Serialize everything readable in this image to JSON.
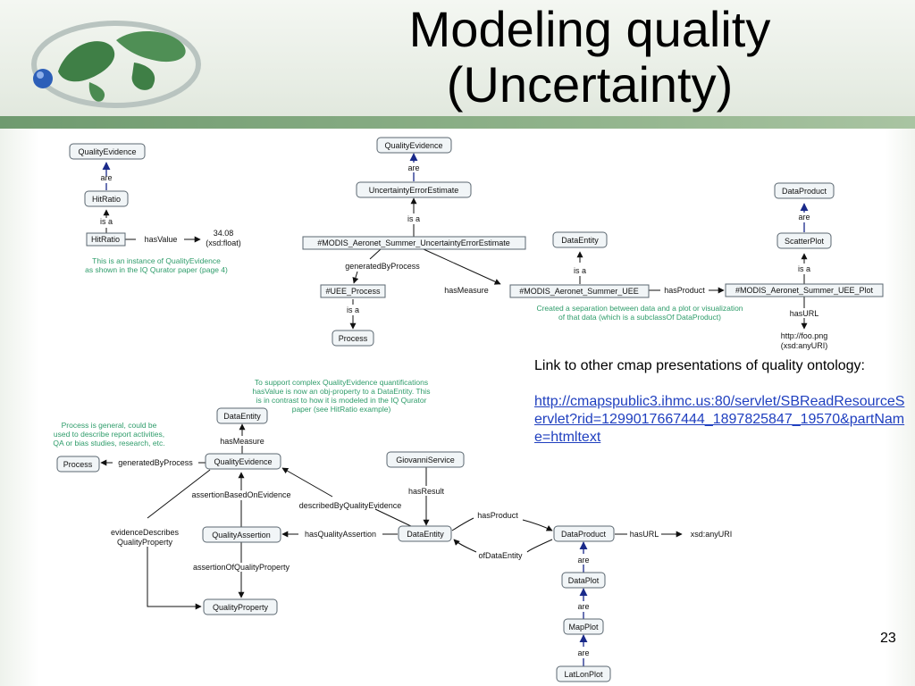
{
  "slide": {
    "title_line1": "Modeling quality",
    "title_line2": "(Uncertainty)",
    "page_number": "23",
    "side_text": "Link to other cmap presentations of quality ontology:",
    "side_link": "http://cmapspublic3.ihmc.us:80/servlet/SBReadResourceServlet?rid=1299017667444_1897825847_19570&partName=htmltext"
  },
  "diagram1": {
    "node_quality_evidence": "QualityEvidence",
    "rel_are": "are",
    "node_hit_ratio_class": "HitRatio",
    "rel_is_a": "is a",
    "node_hit_ratio_instance": "HitRatio",
    "rel_has_value": "hasValue",
    "value_line1": "34.08",
    "value_line2": "(xsd:float)",
    "note_line1": "This is an instance of QualityEvidence",
    "note_line2": "as shown in the IQ Qurator paper (page 4)"
  },
  "diagram2": {
    "node_quality_evidence": "QualityEvidence",
    "rel_are": "are",
    "node_uee": "UncertaintyErrorEstimate",
    "rel_is_a": "is a",
    "node_modis_uee": "#MODIS_Aeronet_Summer_UncertaintyErrorEstimate",
    "rel_generated_by": "generatedByProcess",
    "node_uee_process": "#UEE_Process",
    "rel_is_a_2": "is a",
    "node_process": "Process",
    "rel_has_measure": "hasMeasure",
    "node_data_entity": "DataEntity",
    "rel_is_a_3": "is a",
    "node_modis_summer_uee": "#MODIS_Aeronet_Summer_UEE",
    "rel_has_product": "hasProduct",
    "node_modis_plot": "#MODIS_Aeronet_Summer_UEE_Plot",
    "rel_is_a_4": "is a",
    "node_scatter_plot": "ScatterPlot",
    "rel_are_2": "are",
    "node_data_product": "DataProduct",
    "rel_has_url": "hasURL",
    "url_line1": "http://foo.png",
    "url_line2": "(xsd:anyURI)",
    "note_line1": "Created a separation between data and a plot or visualization",
    "note_line2": "of that data (which is a subclassOf DataProduct)"
  },
  "diagram3": {
    "note_top_line1": "To support complex QualityEvidence quantifications",
    "note_top_line2": "hasValue is now an obj-property to a DataEntity.  This",
    "note_top_line3": "is in contrast to how it is modeled in the IQ Qurator",
    "note_top_line4": "paper (see HitRatio example)",
    "note_left_line1": "Process is general, could be",
    "note_left_line2": "used to describe report activities,",
    "note_left_line3": "QA or bias studies, research, etc.",
    "node_data_entity_top": "DataEntity",
    "rel_has_measure": "hasMeasure",
    "node_process": "Process",
    "rel_generated_by": "generatedByProcess",
    "node_quality_evidence": "QualityEvidence",
    "rel_assertion_based": "assertionBasedOnEvidence",
    "rel_described_by": "describedByQualityEvidence",
    "rel_evidence_describes_1": "evidenceDescribes",
    "rel_evidence_describes_2": "QualityProperty",
    "node_quality_assertion": "QualityAssertion",
    "rel_has_quality_assertion": "hasQualityAssertion",
    "node_data_entity": "DataEntity",
    "rel_assertion_of": "assertionOfQualityProperty",
    "node_quality_property": "QualityProperty",
    "node_giovanni": "GiovanniService",
    "rel_has_result": "hasResult",
    "rel_has_product": "hasProduct",
    "rel_of_data_entity": "ofDataEntity",
    "node_data_product": "DataProduct",
    "rel_has_url": "hasURL",
    "url_value": "xsd:anyURI",
    "rel_are_1": "are",
    "node_data_plot": "DataPlot",
    "rel_are_2": "are",
    "node_map_plot": "MapPlot",
    "rel_are_3": "are",
    "node_lat_lon_plot": "LatLonPlot"
  }
}
